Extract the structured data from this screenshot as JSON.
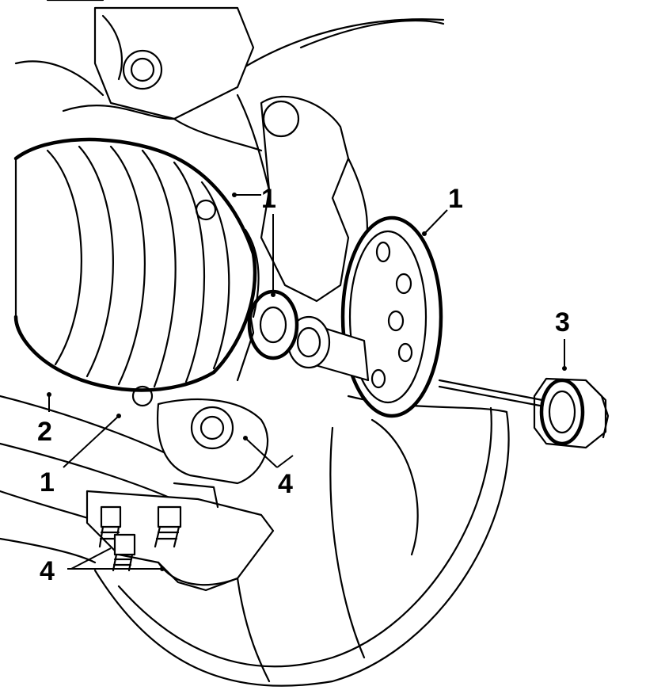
{
  "callouts": {
    "c1a": "1",
    "c1b": "1",
    "c1c": "1",
    "c2": "2",
    "c3": "3",
    "c4a": "4",
    "c4b": "4"
  }
}
